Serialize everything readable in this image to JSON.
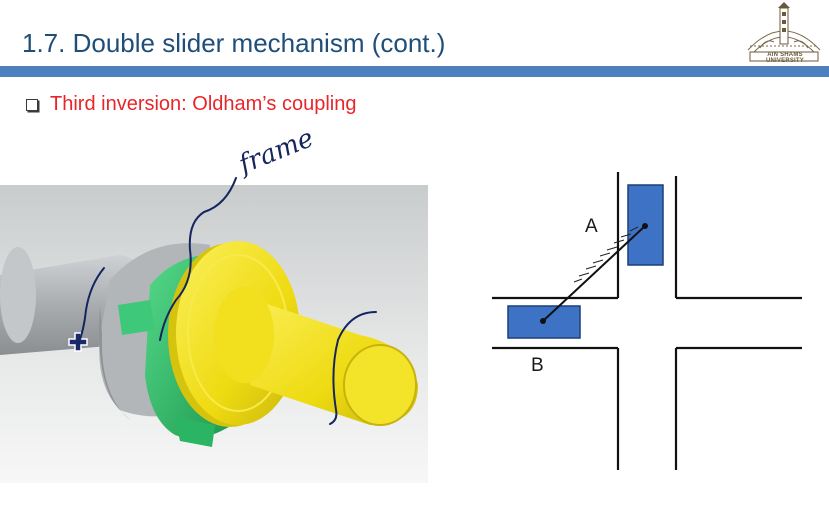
{
  "slide": {
    "title": "1.7. Double slider mechanism (cont.)",
    "bullet": "Third inversion: Oldham’s coupling",
    "logo_text": "AIN SHAMS UNIVERSITY",
    "handwritten_note": "frame"
  },
  "diagram": {
    "label_a": "A",
    "label_b": "B"
  },
  "colors": {
    "title": "#1f4e79",
    "title_bar": "#4e7fbf",
    "bullet_text": "#e8262a",
    "slider_fill": "#3e72c4",
    "ink": "#15255e",
    "disc_yellow": "#f2e21c",
    "disc_green": "#35c26e",
    "shaft_grey": "#b8bcbf"
  },
  "icons": [
    "university-logo",
    "bullet-square-icon",
    "move-cursor-icon"
  ]
}
